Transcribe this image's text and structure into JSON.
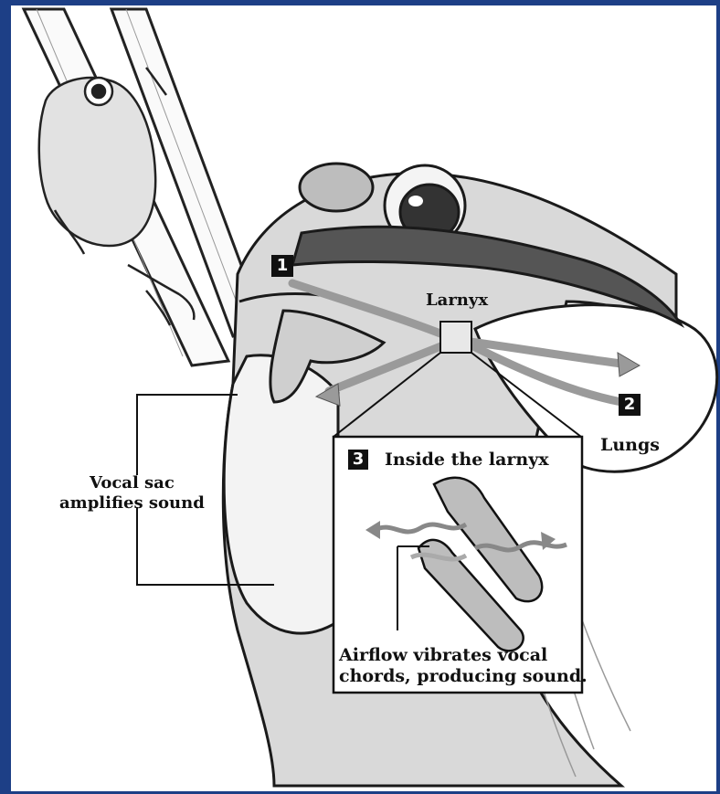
{
  "labels": {
    "larynx": "Larnyx",
    "lungs": "Lungs",
    "vocal_sac_line1": "Vocal sac",
    "vocal_sac_line2": "amplifies sound",
    "inset_title": "Inside the larnyx",
    "caption_line1": "Airflow vibrates vocal",
    "caption_line2": "chords, producing sound."
  },
  "steps": {
    "step1": "1",
    "step2": "2",
    "step3": "3"
  },
  "colors": {
    "border": "#1d3f86",
    "airflow_arrow": "#9a9a9a",
    "ink": "#111111"
  }
}
